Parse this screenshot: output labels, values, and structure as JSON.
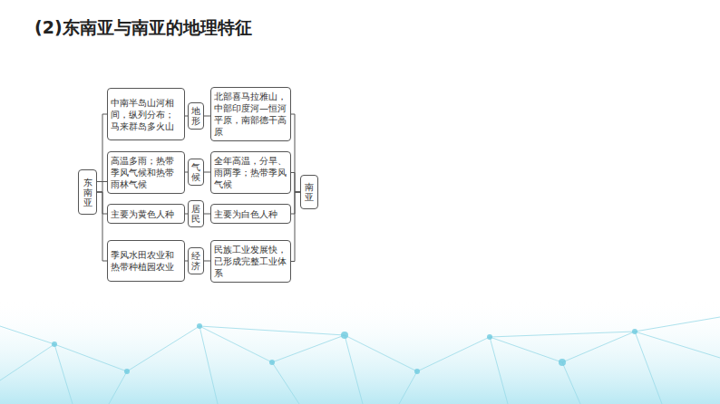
{
  "diagram": {
    "title": "(2)东南亚与南亚的地理特征",
    "nodes": [
      {
        "text": [
          "东南亚"
        ]
      },
      {
        "text": [
          "中南半岛山河相间，纵列分布；马来群岛多火山"
        ]
      },
      {
        "text": [
          "地形"
        ]
      },
      {
        "text": [
          "北部喜马拉雅山，中部印度河—恒河平原，南部德干高原"
        ]
      },
      {
        "text": [
          "高温多雨；热带季风气候和热带雨林气候"
        ]
      },
      {
        "text": [
          "气候"
        ]
      },
      {
        "text": [
          "全年高温，分旱、雨两季；热带季风气候"
        ]
      },
      {
        "text": [
          "主要为黄色人种"
        ]
      },
      {
        "text": [
          "居民"
        ]
      },
      {
        "text": [
          "主要为白色人种"
        ]
      },
      {
        "text": [
          "季风水田农业和热带种植园农业"
        ]
      },
      {
        "text": [
          "经济"
        ]
      },
      {
        "text": [
          "民族工业发展快，已形成完整工业体系"
        ]
      },
      {
        "text": [
          "南亚"
        ]
      }
    ],
    "edges": [
      {
        "from": 0,
        "to": 1,
        "arrow": "none"
      },
      {
        "from": 0,
        "to": 4,
        "arrow": "none"
      },
      {
        "from": 0,
        "to": 7,
        "arrow": "none"
      },
      {
        "from": 0,
        "to": 10,
        "arrow": "none"
      },
      {
        "from": 1,
        "to": 2,
        "arrow": "none"
      },
      {
        "from": 2,
        "to": 3,
        "arrow": "none"
      },
      {
        "from": 4,
        "to": 5,
        "arrow": "none"
      },
      {
        "from": 5,
        "to": 6,
        "arrow": "none"
      },
      {
        "from": 7,
        "to": 8,
        "arrow": "none"
      },
      {
        "from": 8,
        "to": 9,
        "arrow": "none"
      },
      {
        "from": 10,
        "to": 11,
        "arrow": "none"
      },
      {
        "from": 11,
        "to": 12,
        "arrow": "none"
      },
      {
        "from": 3,
        "to": 13,
        "arrow": "none"
      },
      {
        "from": 6,
        "to": 13,
        "arrow": "none"
      },
      {
        "from": 9,
        "to": 13,
        "arrow": "none"
      },
      {
        "from": 12,
        "to": 13,
        "arrow": "none"
      }
    ]
  }
}
